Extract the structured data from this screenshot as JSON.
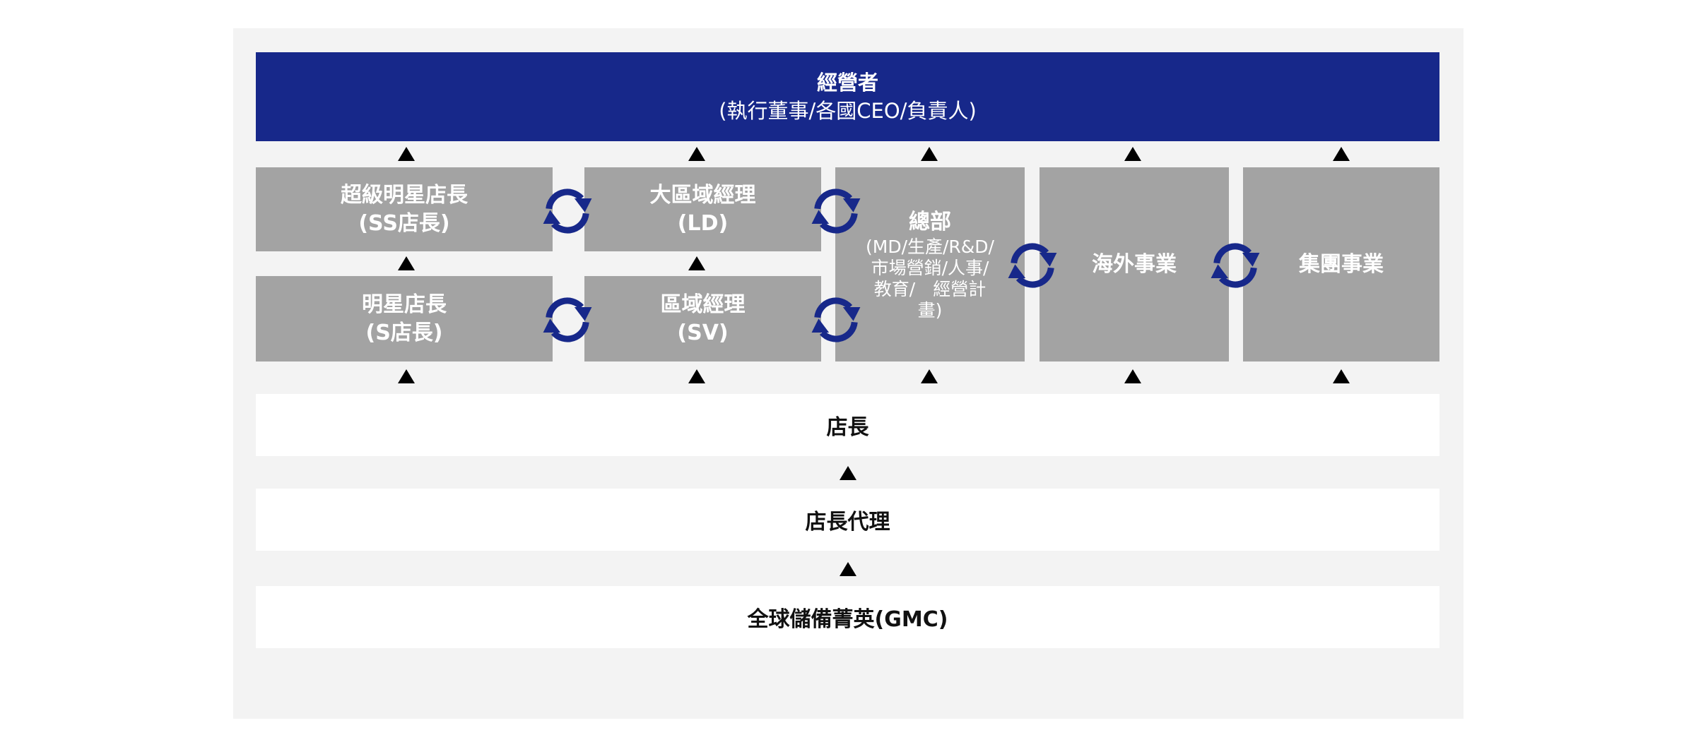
{
  "top": {
    "title": "經營者",
    "subtitle": "(執行董事/各國CEO/負責人)"
  },
  "boxes": {
    "ss_manager": {
      "line1": "超級明星店長",
      "line2": "(SS店長)"
    },
    "star_manager": {
      "line1": "明星店長",
      "line2": "(S店長)"
    },
    "ld": {
      "line1": "大區域經理",
      "line2": "(LD)"
    },
    "sv": {
      "line1": "區域經理",
      "line2": "(SV)"
    },
    "hq": {
      "title": "總部",
      "detail1": "(MD/生產/R&D/",
      "detail2": "市場營銷/人事/",
      "detail3": "教育/　經營計",
      "detail4": "畫)"
    },
    "overseas": {
      "label": "海外事業"
    },
    "group": {
      "label": "集團事業"
    }
  },
  "levels": {
    "store_manager": "店長",
    "deputy_manager": "店長代理",
    "gmc": "全球儲備菁英(GMC)"
  },
  "colors": {
    "navy": "#17288a",
    "gray_box": "#a3a3a3",
    "panel": "#f3f3f3",
    "cycle_icon": "#17288a"
  }
}
